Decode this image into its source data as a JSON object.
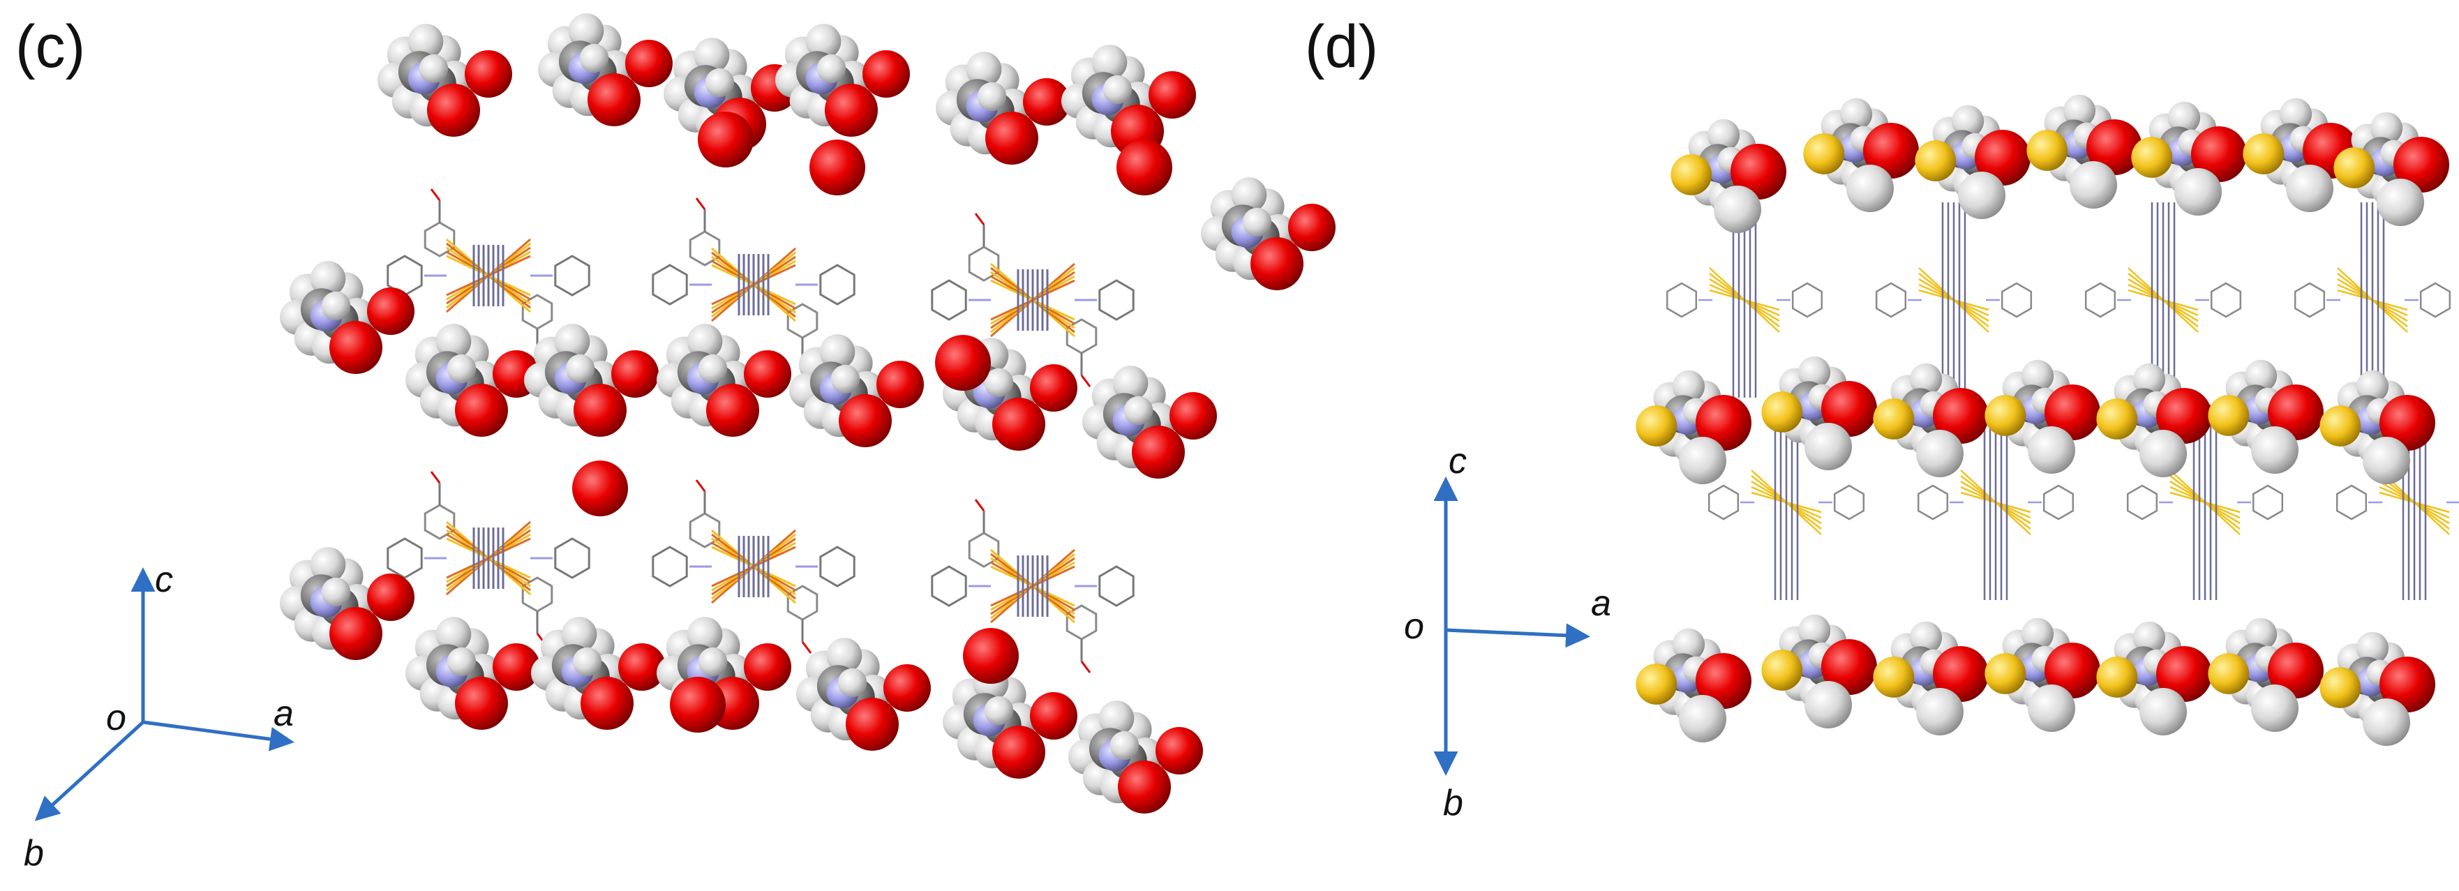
{
  "panels": [
    {
      "label": "(c)",
      "axes": {
        "origin": "o",
        "x": "a",
        "y": "c",
        "z": "b"
      }
    },
    {
      "label": "(d)",
      "axes": {
        "origin": "o",
        "x": "a",
        "y": "c",
        "z": "b"
      }
    }
  ],
  "colors": {
    "carbon": "#8c8c8c",
    "hydrogen": "#e6e6e6",
    "oxygen": "#e00000",
    "nitrogen": "#9a9ae6",
    "sulfur": "#f2c21b",
    "copper": "#e06a28",
    "axis_arrow": "#2f6fc4"
  }
}
